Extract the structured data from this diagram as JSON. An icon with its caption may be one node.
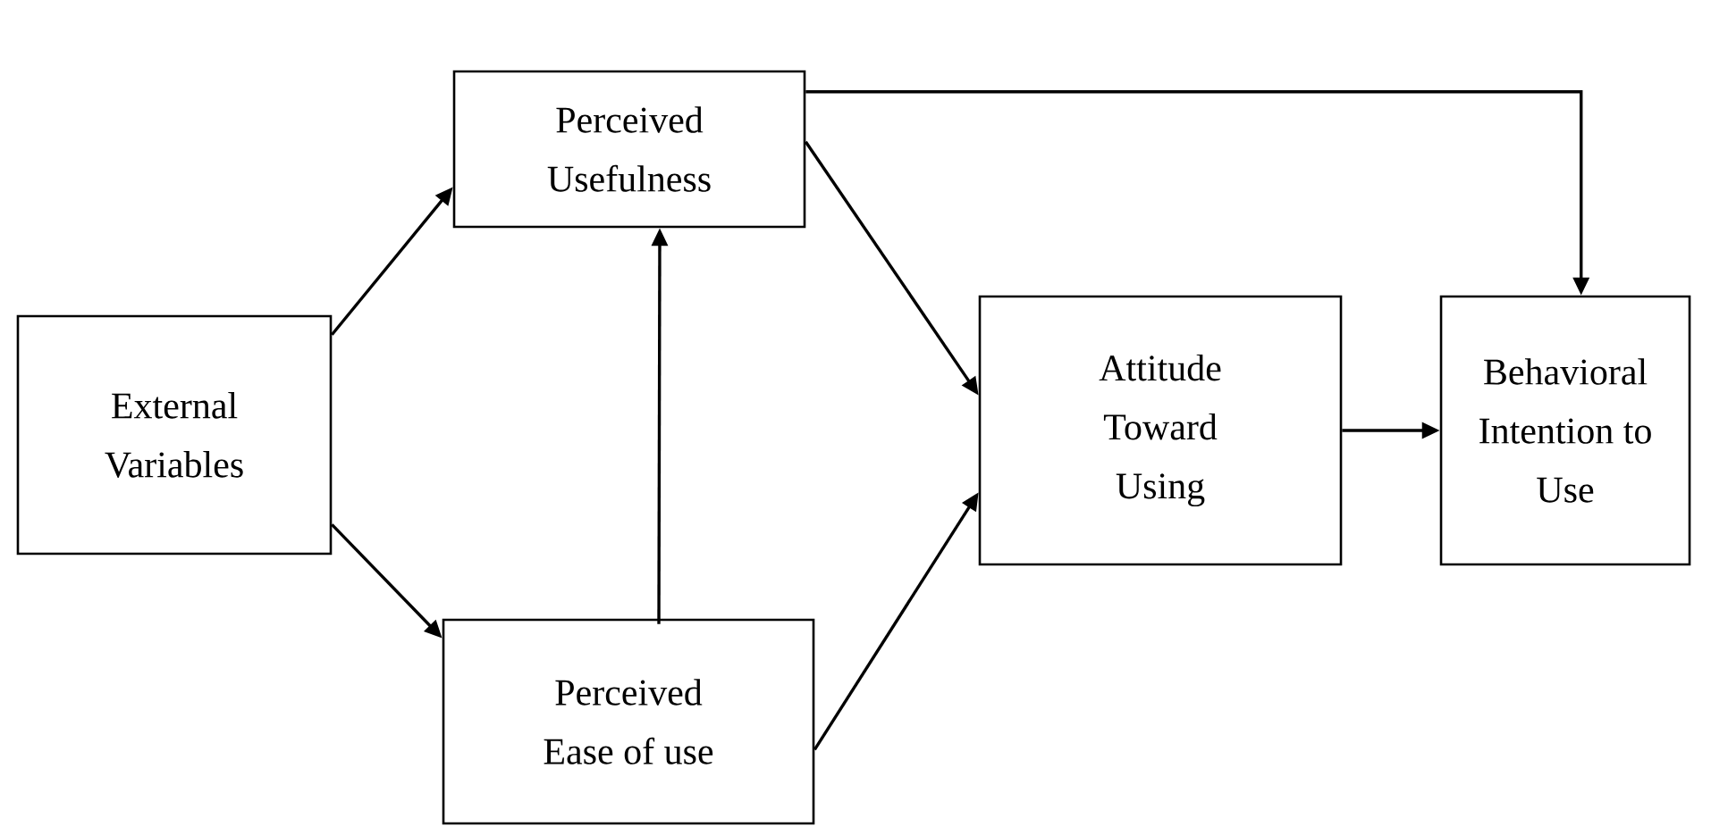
{
  "diagram": {
    "nodes": [
      {
        "text": [
          "External Variables"
        ]
      },
      {
        "text": [
          "Perceived Usefulness"
        ]
      },
      {
        "text": [
          "Perceived Ease of use"
        ]
      },
      {
        "text": [
          "Attitude Toward Using"
        ]
      },
      {
        "text": [
          "Behavioral Intention to Use"
        ]
      }
    ],
    "edges": [
      {
        "from": 0,
        "to": 1,
        "arrow": "to"
      },
      {
        "from": 0,
        "to": 2,
        "arrow": "to"
      },
      {
        "from": 2,
        "to": 1,
        "arrow": "to"
      },
      {
        "from": 1,
        "to": 3,
        "arrow": "to"
      },
      {
        "from": 2,
        "to": 3,
        "arrow": "to"
      },
      {
        "from": 3,
        "to": 4,
        "arrow": "to"
      },
      {
        "from": 1,
        "to": 4,
        "arrow": "to"
      }
    ]
  }
}
